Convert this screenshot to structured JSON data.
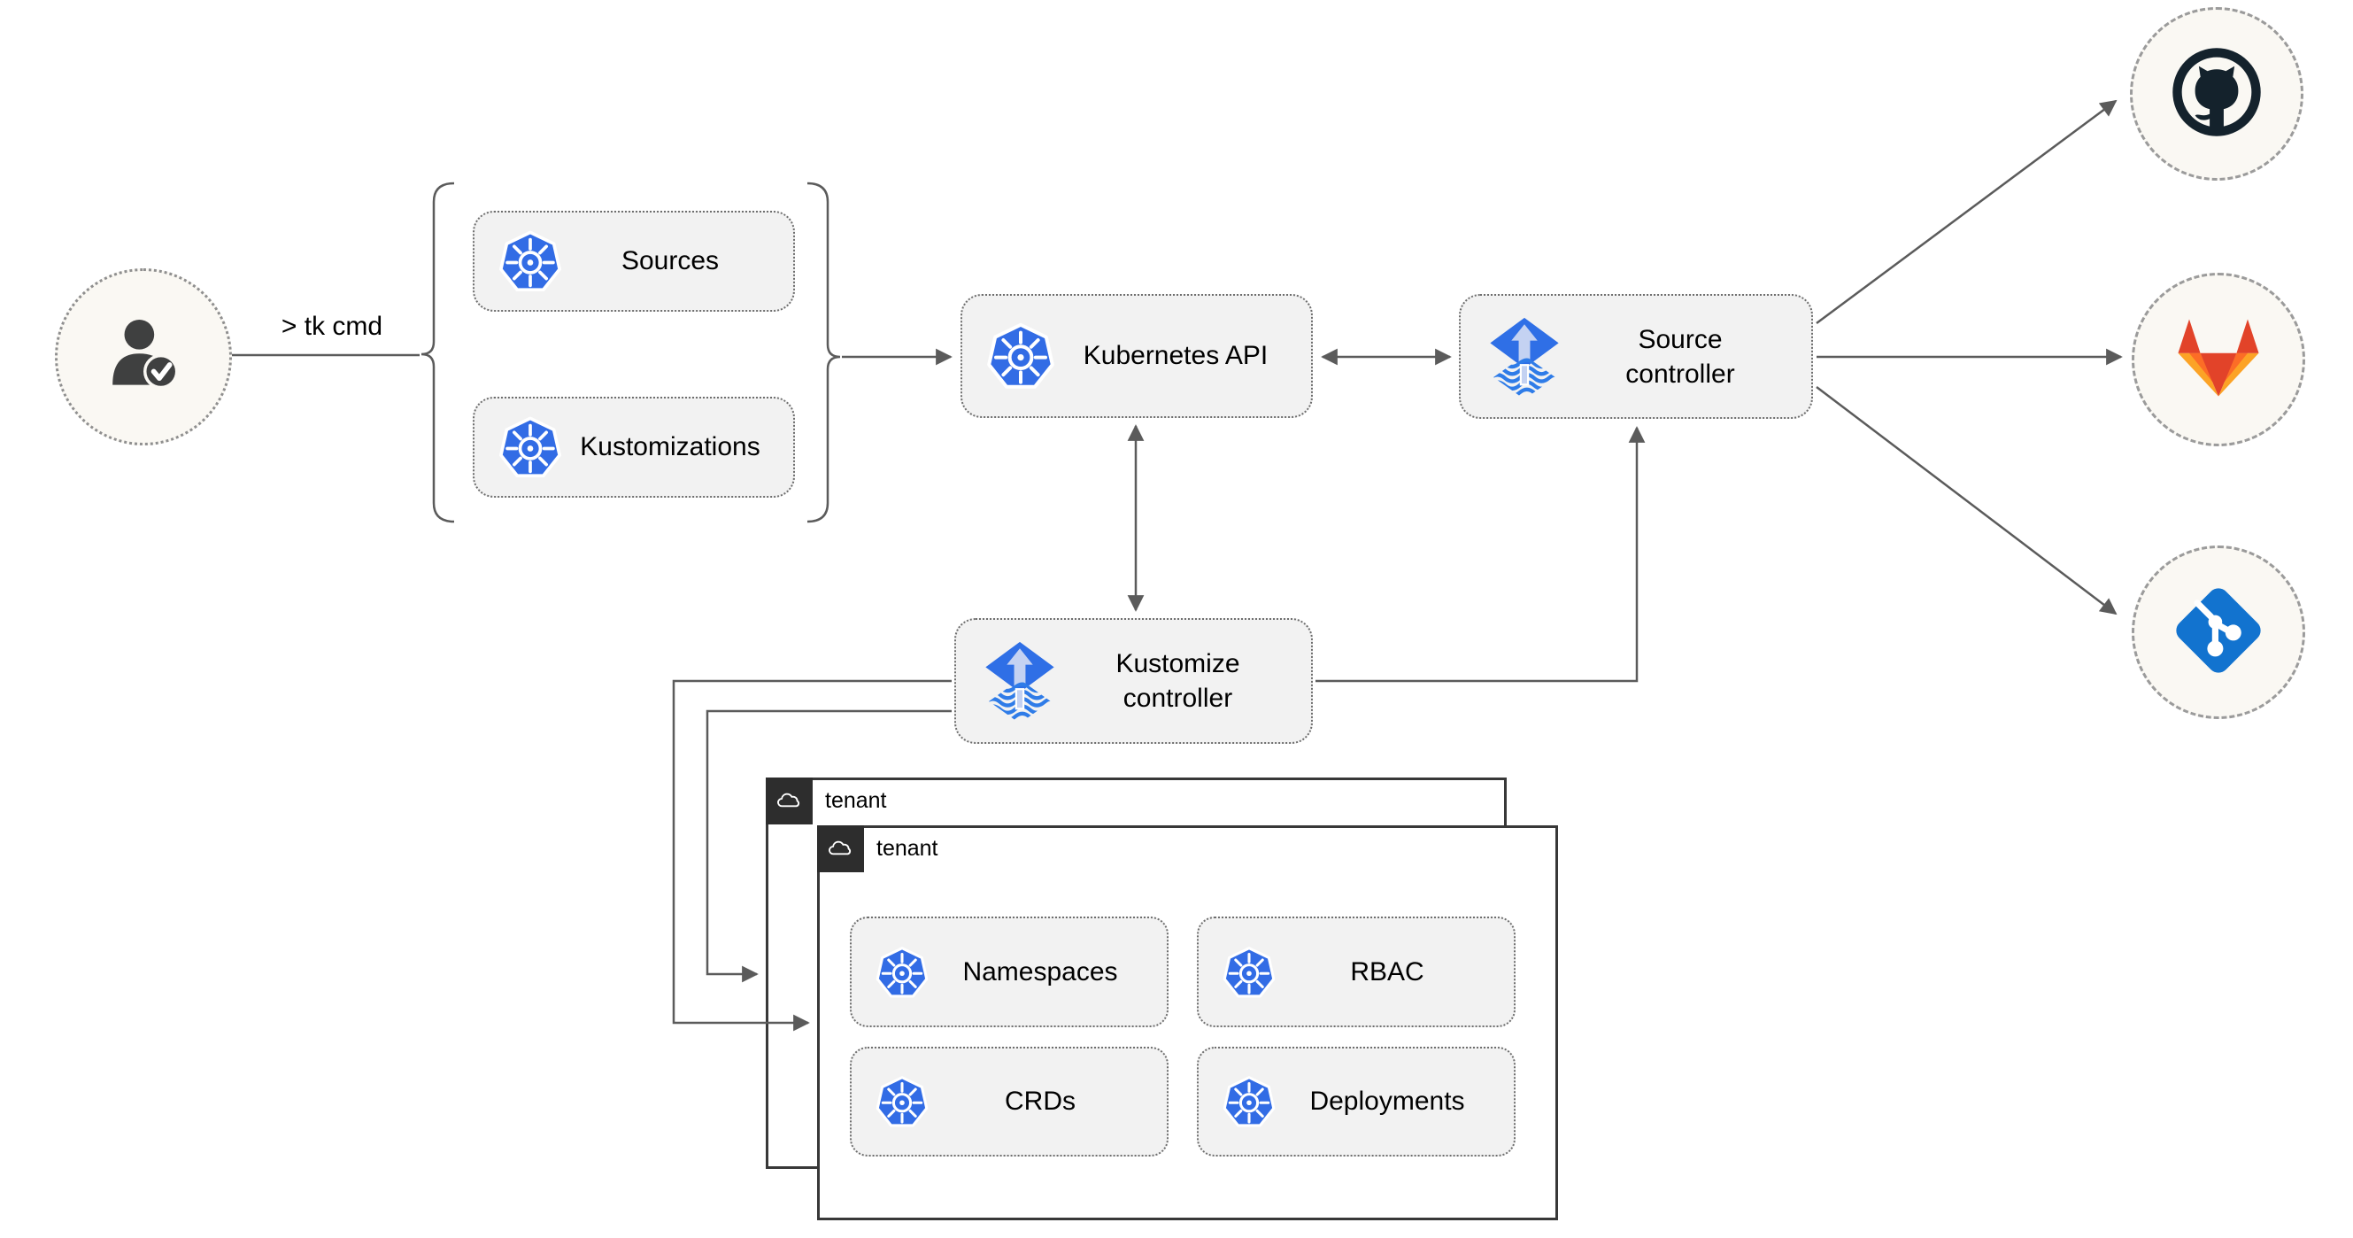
{
  "diagram": {
    "cli_label": "> tk cmd",
    "nodes": {
      "sources": "Sources",
      "kustomizations": "Kustomizations",
      "kubernetes_api": "Kubernetes API",
      "source_controller": {
        "line1": "Source",
        "line2": "controller"
      },
      "kustomize_controller": {
        "line1": "Kustomize",
        "line2": "controller"
      },
      "namespaces": "Namespaces",
      "rbac": "RBAC",
      "crds": "CRDs",
      "deployments": "Deployments"
    },
    "tenants": {
      "back": "tenant",
      "front": "tenant"
    },
    "icons": [
      "user-icon",
      "kubernetes-icon",
      "flux-icon",
      "github-icon",
      "gitlab-icon",
      "git-icon",
      "cloud-icon"
    ],
    "colors": {
      "kubernetes_blue": "#326ce5",
      "flux_blue": "#2f6fe6",
      "git_blue": "#1273cf",
      "github_ink": "#14222c",
      "gitlab_red": "#e24329",
      "gitlab_orange": "#fc6d26",
      "gitlab_light_orange": "#fca326",
      "connector_gray": "#5b5b5b",
      "node_fill": "#f2f2f2",
      "tenant_tab": "#2d2d2d",
      "circle_fill": "#faf8f3"
    }
  }
}
